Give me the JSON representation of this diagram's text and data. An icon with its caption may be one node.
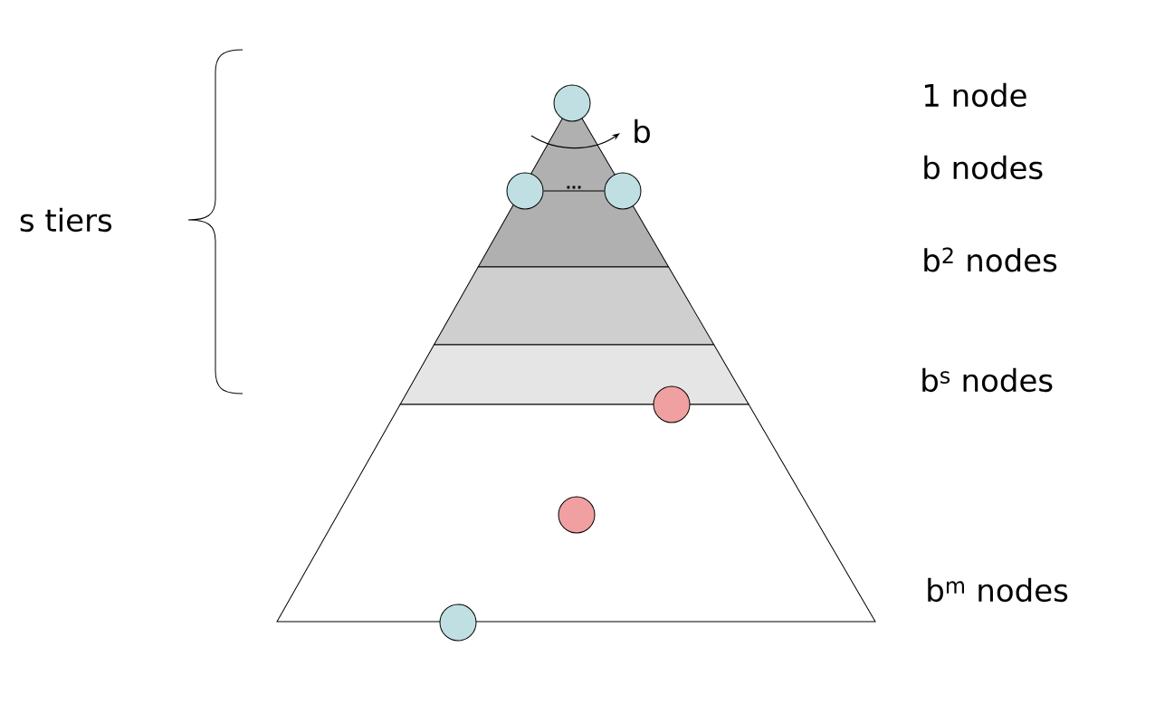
{
  "diagram": {
    "nodes": [
      {
        "text": [],
        "shape": "circle"
      },
      {
        "text": [],
        "shape": "circle"
      },
      {
        "text": [],
        "shape": "circle"
      },
      {
        "text": [],
        "shape": "circle"
      },
      {
        "text": [],
        "shape": "circle"
      },
      {
        "text": [],
        "shape": "circle"
      }
    ],
    "edges": [
      {
        "from": 1,
        "to": 2,
        "arrow": "none",
        "label": "..."
      }
    ],
    "labels": [
      "s tiers",
      "b",
      "1 node",
      "b nodes",
      "b$^{2}$ nodes",
      "b$^{s}$ nodes",
      "b$^{m}$ nodes"
    ]
  }
}
